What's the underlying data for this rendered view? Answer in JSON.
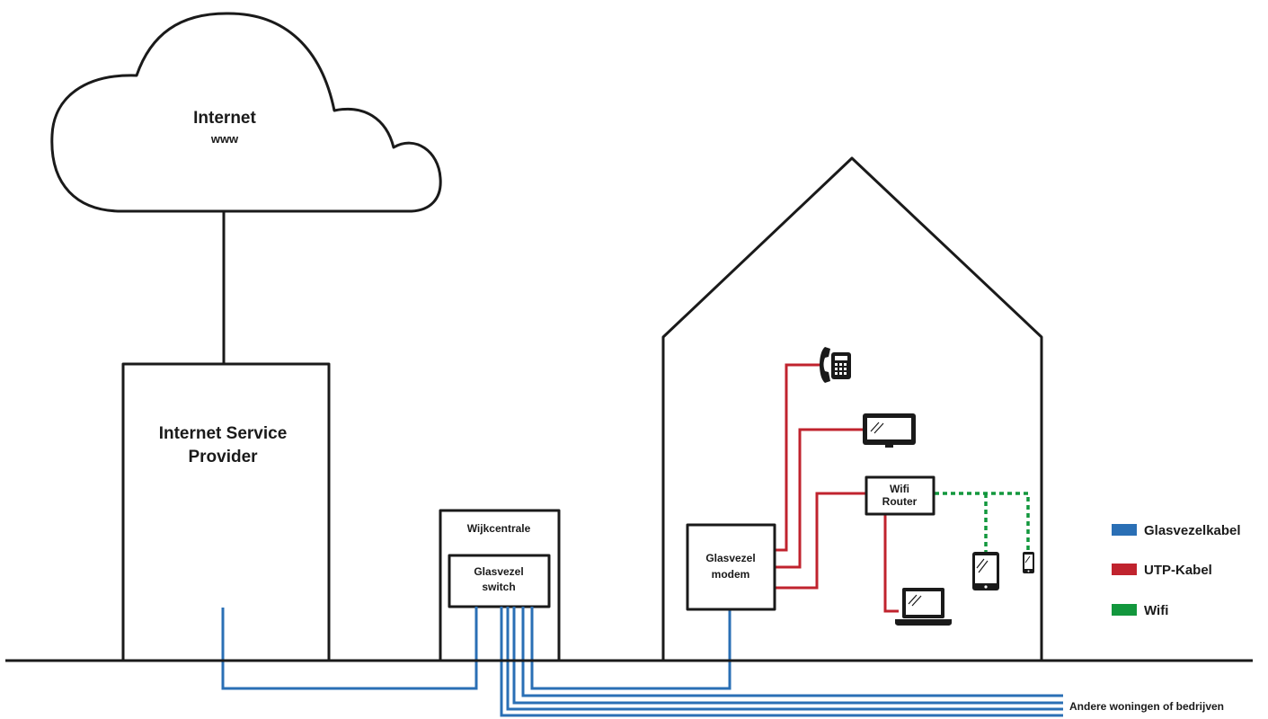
{
  "nodes": {
    "internet_title": "Internet",
    "internet_sub": "www",
    "isp_line1": "Internet Service",
    "isp_line2": "Provider",
    "wijkcentrale": "Wijkcentrale",
    "switch_line1": "Glasvezel",
    "switch_line2": "switch",
    "modem_line1": "Glasvezel",
    "modem_line2": "modem",
    "router_line1": "Wifi",
    "router_line2": "Router",
    "other_homes": "Andere woningen of bedrijven"
  },
  "legend": [
    {
      "label": "Glasvezelkabel",
      "color": "#2a6fb5"
    },
    {
      "label": "UTP-Kabel",
      "color": "#c0232e"
    },
    {
      "label": "Wifi",
      "color": "#12973d"
    }
  ],
  "devices": [
    "phone-icon",
    "monitor-icon",
    "laptop-icon",
    "tablet-icon",
    "smartphone-icon"
  ]
}
